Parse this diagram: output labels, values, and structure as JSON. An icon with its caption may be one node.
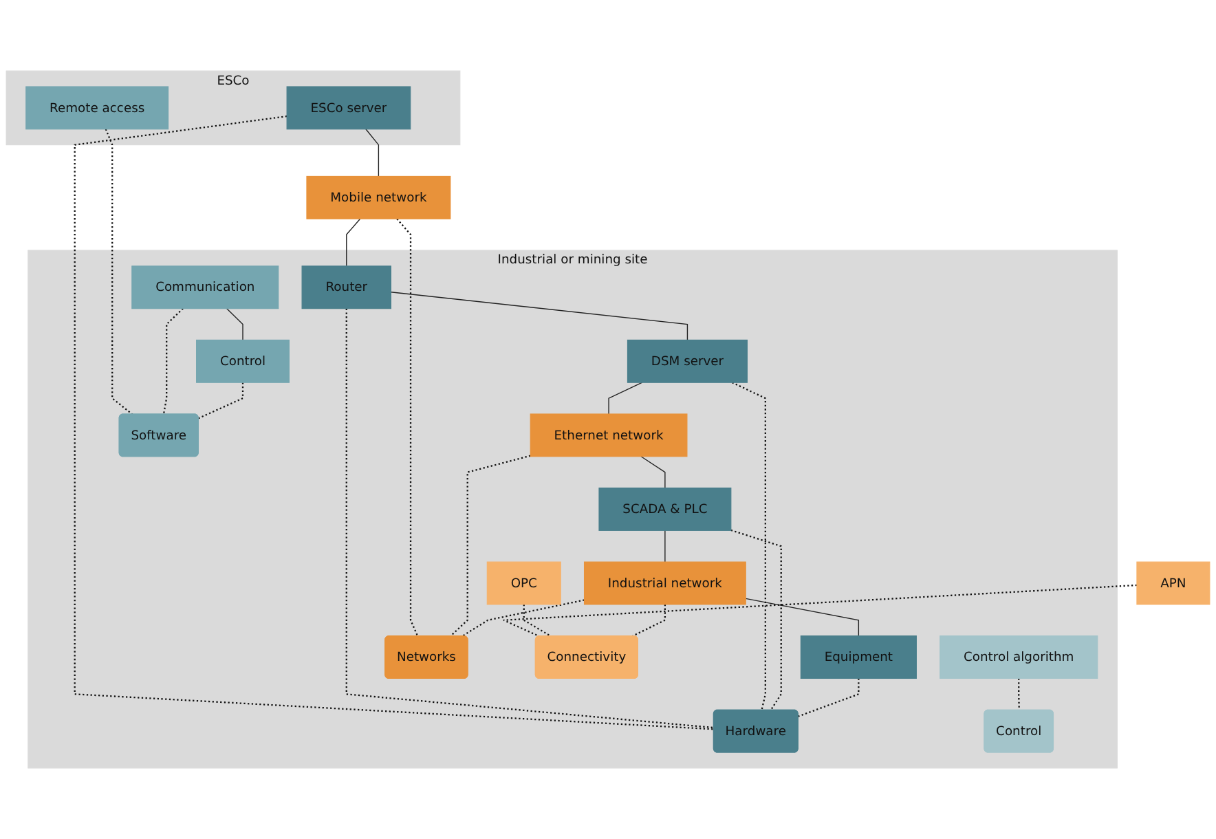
{
  "diagram": {
    "nodes": [
      {
        "text": [
          "ESCo"
        ]
      },
      {
        "text": [
          "ESCo server"
        ],
        "in": 0
      },
      {
        "text": [
          "Remote access"
        ],
        "in": 0
      },
      {
        "text": [
          "Mobile network"
        ]
      },
      {
        "text": [
          "APN"
        ]
      },
      {
        "text": [
          "Industrial or mining site"
        ]
      },
      {
        "text": [
          "Router"
        ],
        "in": 5
      },
      {
        "text": [
          "DSM server"
        ],
        "in": 5
      },
      {
        "text": [
          "Communication"
        ],
        "in": 5
      },
      {
        "text": [
          "Control"
        ],
        "in": 5
      },
      {
        "text": [
          "Control algorithm"
        ],
        "in": 5
      },
      {
        "text": [
          "Ethernet network"
        ],
        "in": 5
      },
      {
        "text": [
          "OPC"
        ],
        "in": 5
      },
      {
        "text": [
          "SCADA & PLC"
        ],
        "in": 5
      },
      {
        "text": [
          "Industrial network"
        ],
        "in": 5
      },
      {
        "text": [
          "Equipment"
        ],
        "in": 5
      },
      {
        "text": [
          "Hardware"
        ],
        "in": 5
      },
      {
        "text": [
          "Networks"
        ],
        "in": 5
      },
      {
        "text": [
          "Software"
        ],
        "in": 5
      },
      {
        "text": [
          "Connectivity"
        ],
        "in": 5
      },
      {
        "text": [
          "Control"
        ],
        "in": 5
      }
    ],
    "edges": [
      {
        "from": 1,
        "to": 3,
        "arrow": "none"
      },
      {
        "from": 3,
        "to": 6,
        "arrow": "none"
      },
      {
        "from": 6,
        "to": 7,
        "arrow": "none"
      },
      {
        "from": 7,
        "to": 11,
        "arrow": "none"
      },
      {
        "from": 11,
        "to": 13,
        "arrow": "none"
      },
      {
        "from": 13,
        "to": 14,
        "arrow": "none"
      },
      {
        "from": 14,
        "to": 15,
        "arrow": "none"
      },
      {
        "from": 8,
        "to": 9,
        "arrow": "none"
      },
      {
        "from": 1,
        "to": 16,
        "arrow": "none",
        "style": "dashed"
      },
      {
        "from": 6,
        "to": 16,
        "arrow": "none",
        "style": "dashed"
      },
      {
        "from": 7,
        "to": 16,
        "arrow": "none",
        "style": "dashed"
      },
      {
        "from": 13,
        "to": 16,
        "arrow": "none",
        "style": "dashed"
      },
      {
        "from": 15,
        "to": 16,
        "arrow": "none",
        "style": "dashed"
      },
      {
        "from": 3,
        "to": 17,
        "arrow": "none",
        "style": "dashed"
      },
      {
        "from": 11,
        "to": 17,
        "arrow": "none",
        "style": "dashed"
      },
      {
        "from": 14,
        "to": 17,
        "arrow": "none",
        "style": "dashed"
      },
      {
        "from": 2,
        "to": 18,
        "arrow": "none",
        "style": "dashed"
      },
      {
        "from": 8,
        "to": 18,
        "arrow": "none",
        "style": "dashed"
      },
      {
        "from": 9,
        "to": 18,
        "arrow": "none",
        "style": "dashed"
      },
      {
        "from": 4,
        "to": 19,
        "arrow": "none",
        "style": "dashed"
      },
      {
        "from": 12,
        "to": 19,
        "arrow": "none",
        "style": "dashed"
      },
      {
        "from": 14,
        "to": 19,
        "arrow": "none",
        "style": "dashed"
      },
      {
        "from": 10,
        "to": 20,
        "arrow": "none",
        "style": "dashed"
      }
    ]
  }
}
